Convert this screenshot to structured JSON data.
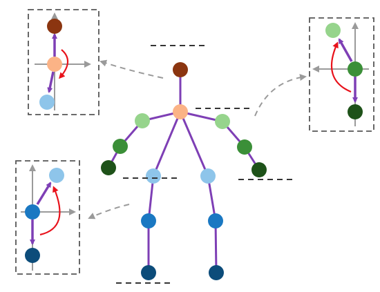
{
  "colors": {
    "bone": "#7e3fb5",
    "red_arrow": "#e8121b",
    "gray_axis": "#9a9a9a",
    "dashed_box": "#555555",
    "dashed_line": "#333333",
    "head": "#8b3510",
    "neck": "#fbb386",
    "arm_light": "#96d48c",
    "arm_mid": "#3b8f38",
    "arm_dark": "#1e5219",
    "leg_light": "#8ec5ea",
    "leg_mid": "#1a78c2",
    "leg_dark": "#0c4c7a"
  },
  "skeleton": {
    "joints": [
      "head",
      "neck",
      "shoulder-left",
      "elbow-left",
      "wrist-left",
      "shoulder-right",
      "elbow-right",
      "wrist-right",
      "hip-left",
      "knee-left",
      "ankle-left",
      "hip-right",
      "knee-right",
      "ankle-right"
    ]
  },
  "insets": [
    {
      "name": "inset-head-neck",
      "joints": [
        "head",
        "neck",
        "hip"
      ]
    },
    {
      "name": "inset-right-arm",
      "joints": [
        "shoulder",
        "elbow",
        "wrist"
      ]
    },
    {
      "name": "inset-left-leg",
      "joints": [
        "hip",
        "knee",
        "ankle"
      ]
    }
  ]
}
